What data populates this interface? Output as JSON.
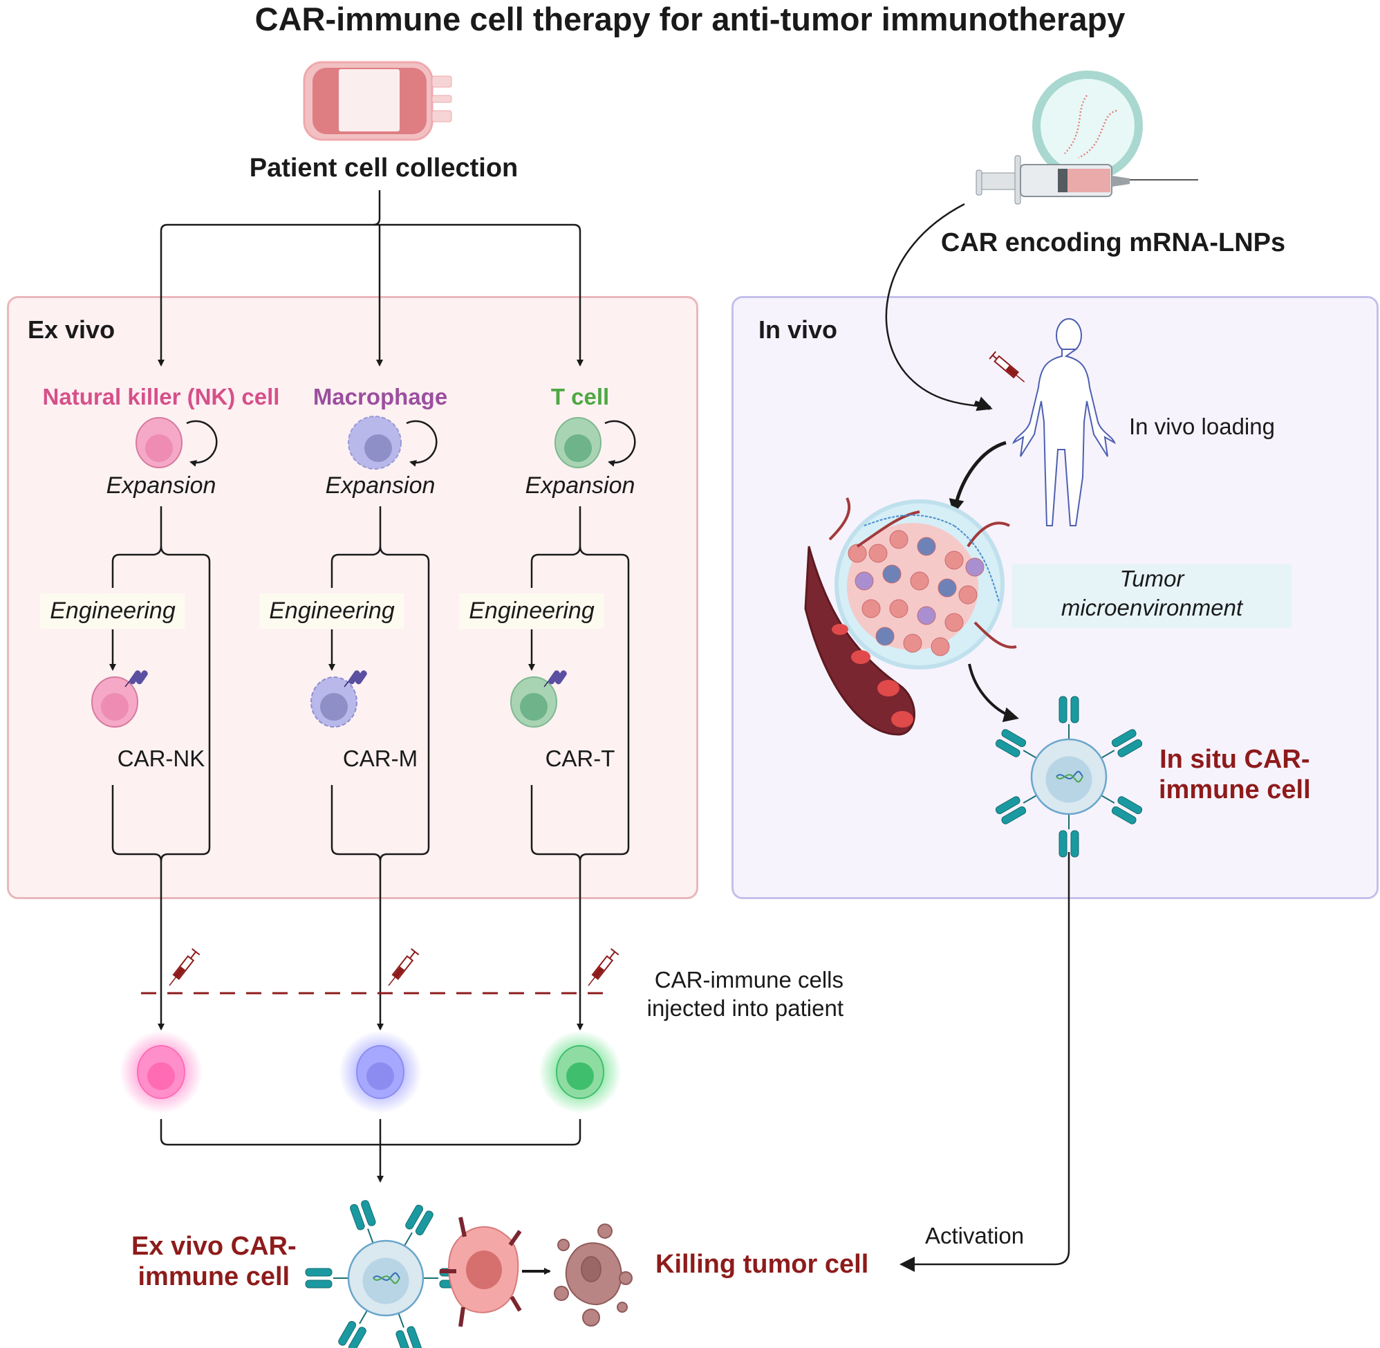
{
  "title": "CAR-immune cell therapy for anti-tumor immunotherapy",
  "collection": {
    "label": "Patient cell collection",
    "icon": "blood-bag-icon"
  },
  "lnp": {
    "label": "CAR encoding mRNA-LNPs",
    "icon": "syringe-lnp-icon"
  },
  "ex_vivo": {
    "title": "Ex vivo",
    "columns": [
      {
        "cell_type": "Natural killer (NK) cell",
        "color": "#d6508a",
        "expansion": "Expansion",
        "engineering": "Engineering",
        "car_label": "CAR-NK"
      },
      {
        "cell_type": "Macrophage",
        "color": "#9b4f9e",
        "expansion": "Expansion",
        "engineering": "Engineering",
        "car_label": "CAR-M"
      },
      {
        "cell_type": "T cell",
        "color": "#4ea843",
        "expansion": "Expansion",
        "engineering": "Engineering",
        "car_label": "CAR-T"
      }
    ]
  },
  "in_vivo": {
    "title": "In vivo",
    "loading_label": "In vivo loading",
    "tme_label_line1": "Tumor",
    "tme_label_line2": "microenvironment",
    "in_situ_line1": "In situ CAR-",
    "in_situ_line2": "immune cell"
  },
  "injection": {
    "line1": "CAR-immune cells",
    "line2": "injected into patient"
  },
  "outcome": {
    "ex_vivo_line1": "Ex vivo CAR-",
    "ex_vivo_line2": "immune cell",
    "killing": "Killing tumor cell",
    "activation": "Activation"
  },
  "colors": {
    "accent_red": "#8e1b1b",
    "ex_vivo_bg": "#fdf1f2",
    "in_vivo_bg": "#f6f3fd",
    "car_teal": "#1a9aa0"
  }
}
